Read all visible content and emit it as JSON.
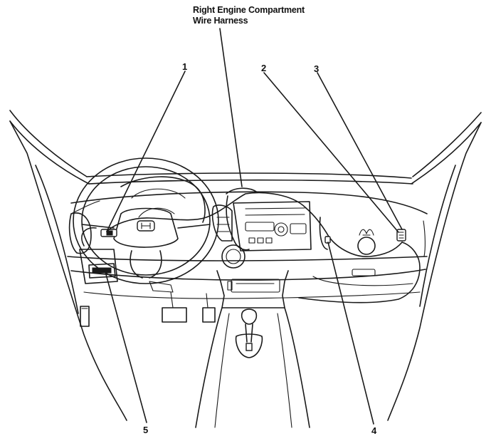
{
  "title": {
    "line1": "Right Engine Compartment",
    "line2": "Wire Harness"
  },
  "callouts": [
    "1",
    "2",
    "3",
    "4",
    "5"
  ]
}
